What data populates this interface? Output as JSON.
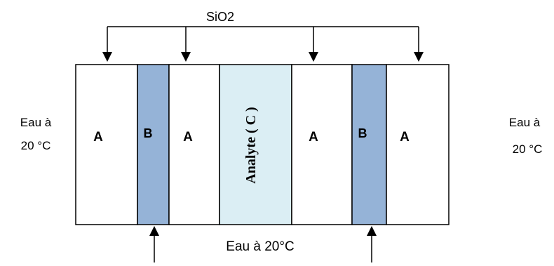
{
  "top_label": "SiO2",
  "bottom_label": "Eau à 20°C",
  "side_left": {
    "line1": "Eau à",
    "line2": "20 °C"
  },
  "side_right": {
    "line1": "Eau à",
    "line2": "20 °C"
  },
  "layers": [
    {
      "label": "A",
      "fill": "#ffffff"
    },
    {
      "label": "B",
      "fill": "#95b3d7"
    },
    {
      "label": "A",
      "fill": "#ffffff"
    },
    {
      "label": "Analyte ( C )",
      "fill": "#dbeef4"
    },
    {
      "label": "A",
      "fill": "#ffffff"
    },
    {
      "label": "B",
      "fill": "#95b3d7"
    },
    {
      "label": "A",
      "fill": "#ffffff"
    }
  ],
  "colors": {
    "stroke": "#000000",
    "text": "#000000"
  }
}
